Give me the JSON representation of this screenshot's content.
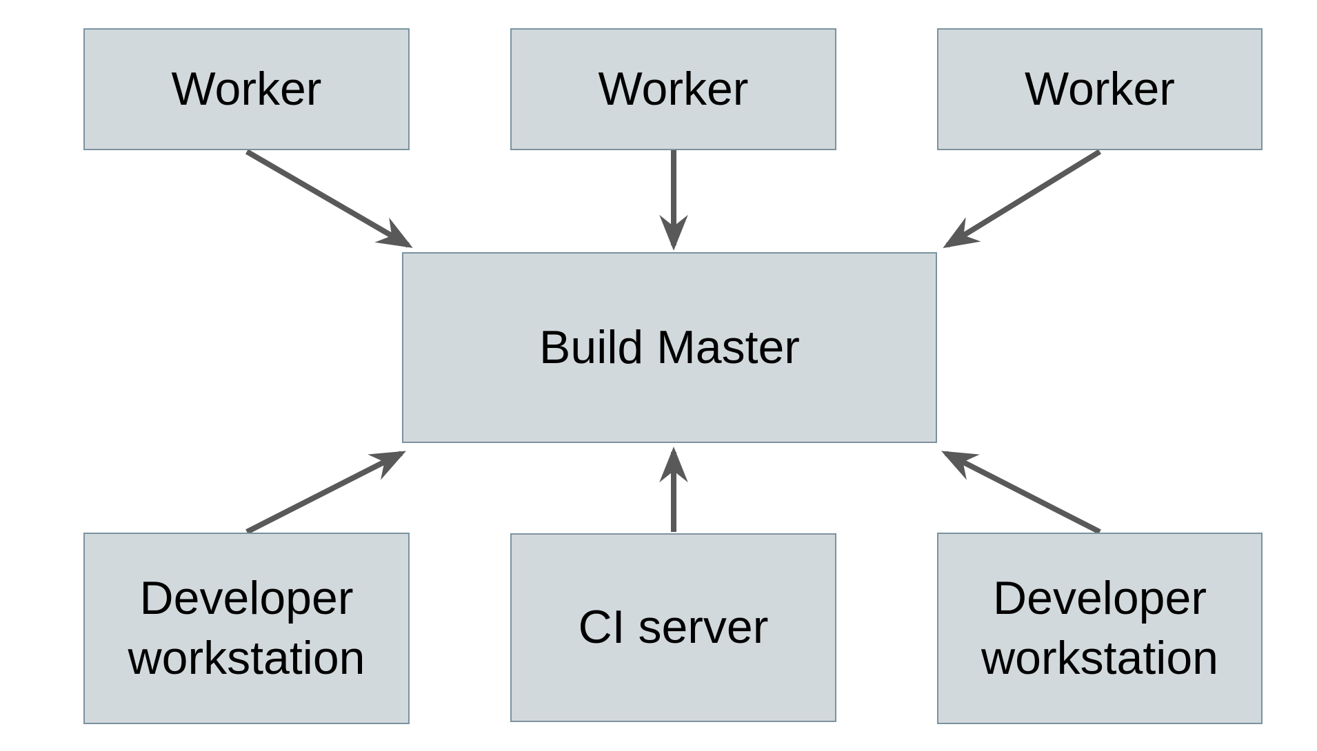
{
  "diagram": {
    "type": "architecture-diagram",
    "nodes": {
      "worker_left": {
        "label": "Worker"
      },
      "worker_middle": {
        "label": "Worker"
      },
      "worker_right": {
        "label": "Worker"
      },
      "build_master": {
        "label": "Build Master"
      },
      "dev_left": {
        "label": "Developer workstation"
      },
      "ci_server": {
        "label": "CI server"
      },
      "dev_right": {
        "label": "Developer workstation"
      }
    },
    "edges": [
      {
        "from": "worker_left",
        "to": "build_master"
      },
      {
        "from": "worker_middle",
        "to": "build_master"
      },
      {
        "from": "worker_right",
        "to": "build_master"
      },
      {
        "from": "dev_left",
        "to": "build_master"
      },
      {
        "from": "ci_server",
        "to": "build_master"
      },
      {
        "from": "dev_right",
        "to": "build_master"
      }
    ],
    "colors": {
      "background": "#ffffff",
      "node_fill": "#d2d9dc",
      "node_border": "#7b929e",
      "arrow": "#595959",
      "text": "#000000"
    }
  }
}
